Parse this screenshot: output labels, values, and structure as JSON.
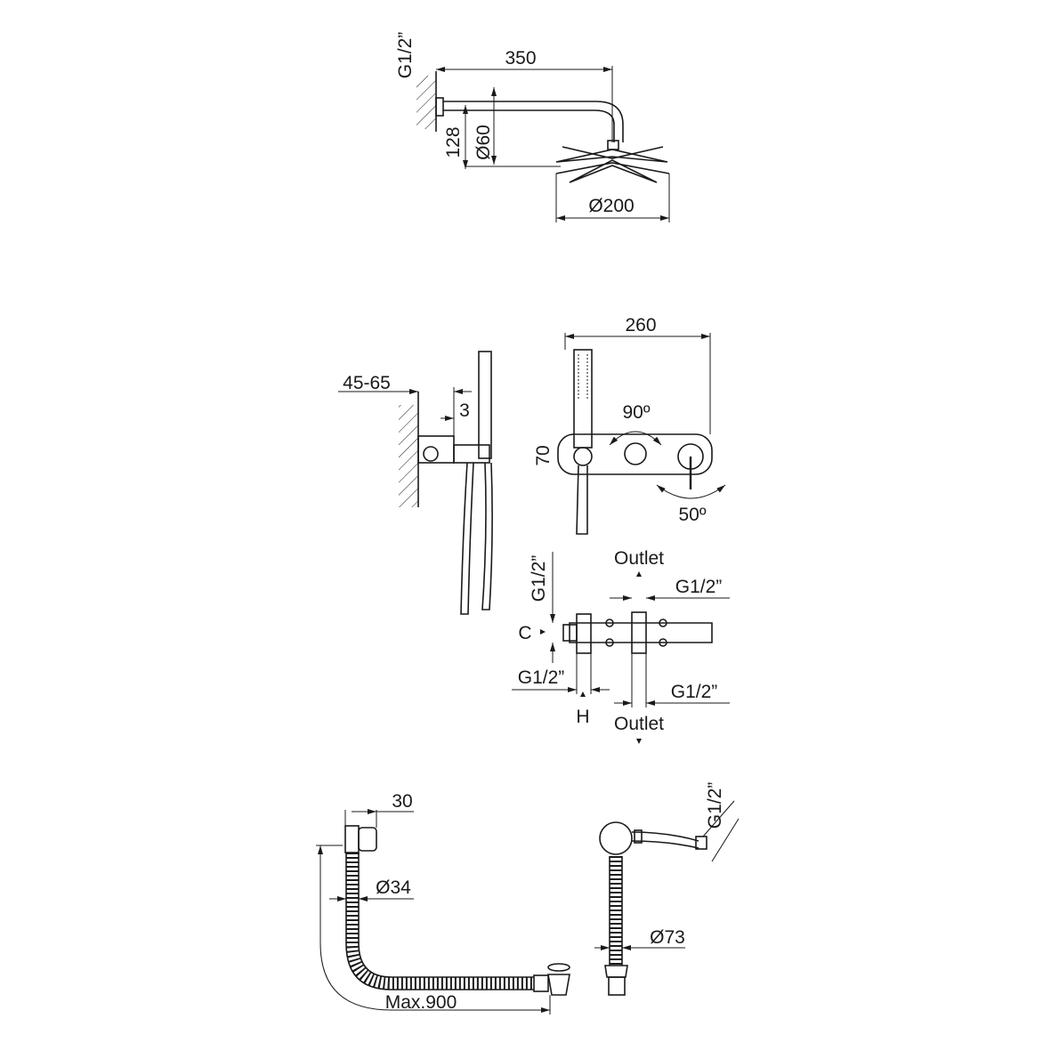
{
  "rain_shower": {
    "thread_label": "G1/2”",
    "arm_length": "350",
    "height": "128",
    "head_connection_diameter": "Ø60",
    "head_diameter": "Ø200"
  },
  "hand_shower_side": {
    "wall_depth": "45-65",
    "projection": "3"
  },
  "hand_shower_front": {
    "plate_width": "260",
    "plate_height": "70",
    "diverter_rotation": "90º",
    "lever_rotation": "50º"
  },
  "valve_body": {
    "outlet_top_label": "Outlet",
    "outlet_top_thread": "G1/2”",
    "cold_thread": "G1/2”",
    "cold_label": "C",
    "hot_thread": "G1/2”",
    "hot_label": "H",
    "outlet_bottom_label": "Outlet",
    "outlet_bottom_thread": "G1/2”"
  },
  "bath_filler_waste": {
    "overflow_depth": "30",
    "pipe_diameter": "Ø34",
    "max_length": "Max.900",
    "inlet_thread": "G1/2”",
    "waste_diameter": "Ø73"
  }
}
